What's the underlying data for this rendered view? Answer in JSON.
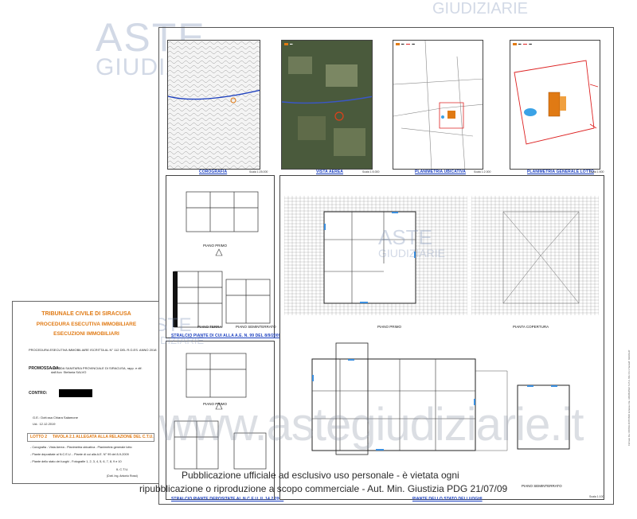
{
  "watermark": {
    "aste_line1": "ASTE",
    "aste_line2": "GIUDIZIARIE",
    "url": "www.astegiudiziarie.it"
  },
  "panels": {
    "corografia": "COROGRAFIA",
    "vista_aerea": "VISTA AEREA",
    "planimetria_ubicativa": "PLANIMETRIA UBICATIVA",
    "planimetria_generale": "PLANIMETRIA GENERALE LOTTO",
    "stralcio_primo": "STRALCIO PIANTE DI CUI ALLA A.E. N. 99 DEL 8/9/2009",
    "stralcio_secondo": "STRALCIO PIANTE DEPOSITATE AL N.C.E.U. IL 14.2.2006",
    "piante_stato": "PIANTE DELLO STATO DEI LUOGHI"
  },
  "plan_labels": {
    "piano_primo_top": "PIANO PRIMO",
    "piano_terra": "PIANO TERRA",
    "piano_seminterrato": "PIANO SEMINTERRATO",
    "piano_primo_main": "PIANO PRIMO",
    "pianta_copertura": "PIANTA COPERTURA",
    "piano_primo_lower": "PIANO PRIMO",
    "piano_seminterrato_lower": "PIANO SEMINTERRATO"
  },
  "scales": {
    "s1": "Scala 1:25.000",
    "s2": "Scala 1:5.000",
    "s3": "Scala 1:2.000",
    "s4": "Scala 1:500",
    "s5": "Scala 1:200",
    "s6": "Scala 1:100"
  },
  "title_block": {
    "court": "TRIBUNALE CIVILE DI SIRACUSA",
    "procedure": "PROCEDURA ESECUTIVA IMMOBILIARE",
    "section": "ESECUZIONI IMMOBILIARI",
    "proc_number": "PROCEDURA ESECUTIVA IMMOBILIARE ISCRITTA AL N° 112 DEL R.G.ES. ANNO 2018",
    "promossa_label": "PROMOSSA DA:",
    "promossa_value": "AZIENDA SANITARIA PROVINCIALE DI SIRACUSA, rapp. e dif. dall'Avv. Stefania SALVO",
    "contro_label": "CONTRO:",
    "ge": "G.E.: Dott.ssa Chiara Salamone",
    "udienza": "Ud.: 12.12.2019",
    "lotto": "LOTTO 2",
    "tavola": "TAVOLA 2.1 ALLEGATA ALLA RELAZIONE DEL C.T.U.",
    "items": [
      "- Corografia - Vista Aerea - Planimetria ubicativa - Planimetria generale lotto",
      "- Piante depositate al N.C.E.U. - Piante di cui alla A.E. N° 99 del 8-9-2009",
      "- Piante dello stato dei luoghi - Fotografie 1, 2, 3, 4, 5, 6, 7, 8, 9 e 10"
    ],
    "ctu_label": "IL C.T.U.",
    "ctu_name": "(Dott. Ing. Antonio Rossi)"
  },
  "footer": {
    "line1": "Pubblicazione ufficiale ad esclusivo uso personale - è vietata ogni",
    "line2": "ripubblicazione o riproduzione a scopo commerciale - Aut. Min. Giustizia PDG 21/07/09"
  },
  "side_note": "Firmato Da: ROSSI ANTONIO Emesso Da: ARUBAPEC S.P.A. NG CA 3 Serial#: 0d2c0e1f",
  "colors": {
    "caption_blue": "#1a3fbf",
    "title_orange": "#e07a14",
    "watermark_blue": "#7f93b8"
  }
}
